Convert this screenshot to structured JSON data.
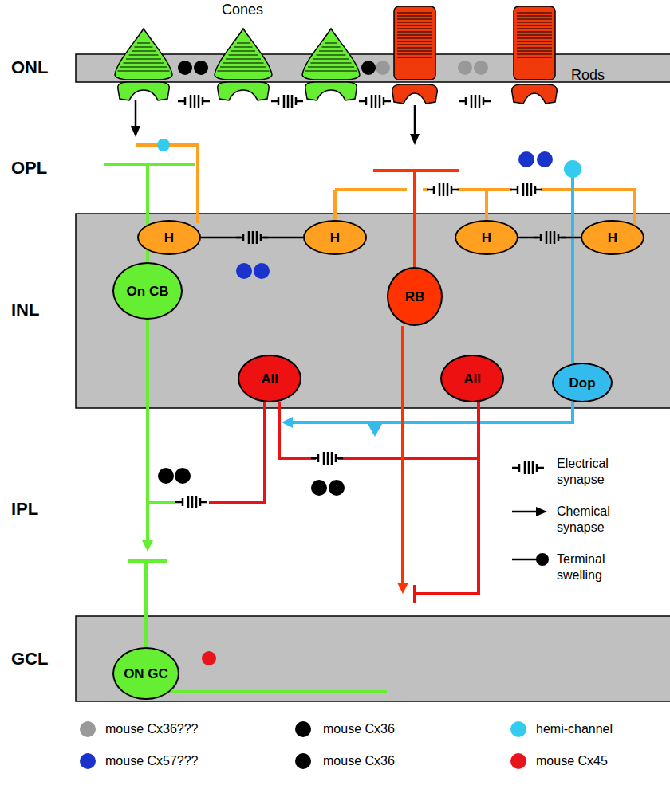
{
  "diagram": {
    "nodes": [
      {
        "text": [
          "H"
        ]
      },
      {
        "text": [
          "H"
        ]
      },
      {
        "text": [
          "H"
        ]
      },
      {
        "text": [
          "H"
        ]
      },
      {
        "text": [
          "On CB"
        ]
      },
      {
        "text": [
          "RB"
        ]
      },
      {
        "text": [
          "AII"
        ]
      },
      {
        "text": [
          "AII"
        ]
      },
      {
        "text": [
          "Dop"
        ]
      },
      {
        "text": [
          "ON GC"
        ]
      }
    ],
    "edges": [
      {
        "from": 0,
        "to": 1,
        "arrow": "none"
      },
      {
        "from": 2,
        "to": 3,
        "arrow": "none"
      },
      {
        "from": 4,
        "to": 9,
        "arrow": "to"
      },
      {
        "from": 6,
        "to": 7,
        "arrow": "none"
      },
      {
        "from": 6,
        "to": 4,
        "arrow": "none"
      },
      {
        "from": 8,
        "to": 6,
        "arrow": "to"
      },
      {
        "from": 5,
        "to": 7,
        "arrow": "to"
      }
    ],
    "labels": [
      "Cones",
      "Rods",
      "ONL",
      "OPL",
      "INL",
      "IPL",
      "GCL"
    ],
    "legend": [
      {
        "text": "Electrical synapse"
      },
      {
        "text": "Chemical synapse"
      },
      {
        "text": "Terminal swelling"
      },
      {
        "text": "mouse Cx36???",
        "color": "#999999"
      },
      {
        "text": "mouse Cx36",
        "color": "#000000"
      },
      {
        "text": "hemi-channel",
        "color": "#33ccee"
      },
      {
        "text": "mouse Cx57???",
        "color": "#1a33cc"
      },
      {
        "text": "mouse Cx36",
        "color": "#000000"
      },
      {
        "text": "mouse Cx45",
        "color": "#e8141c"
      }
    ]
  }
}
